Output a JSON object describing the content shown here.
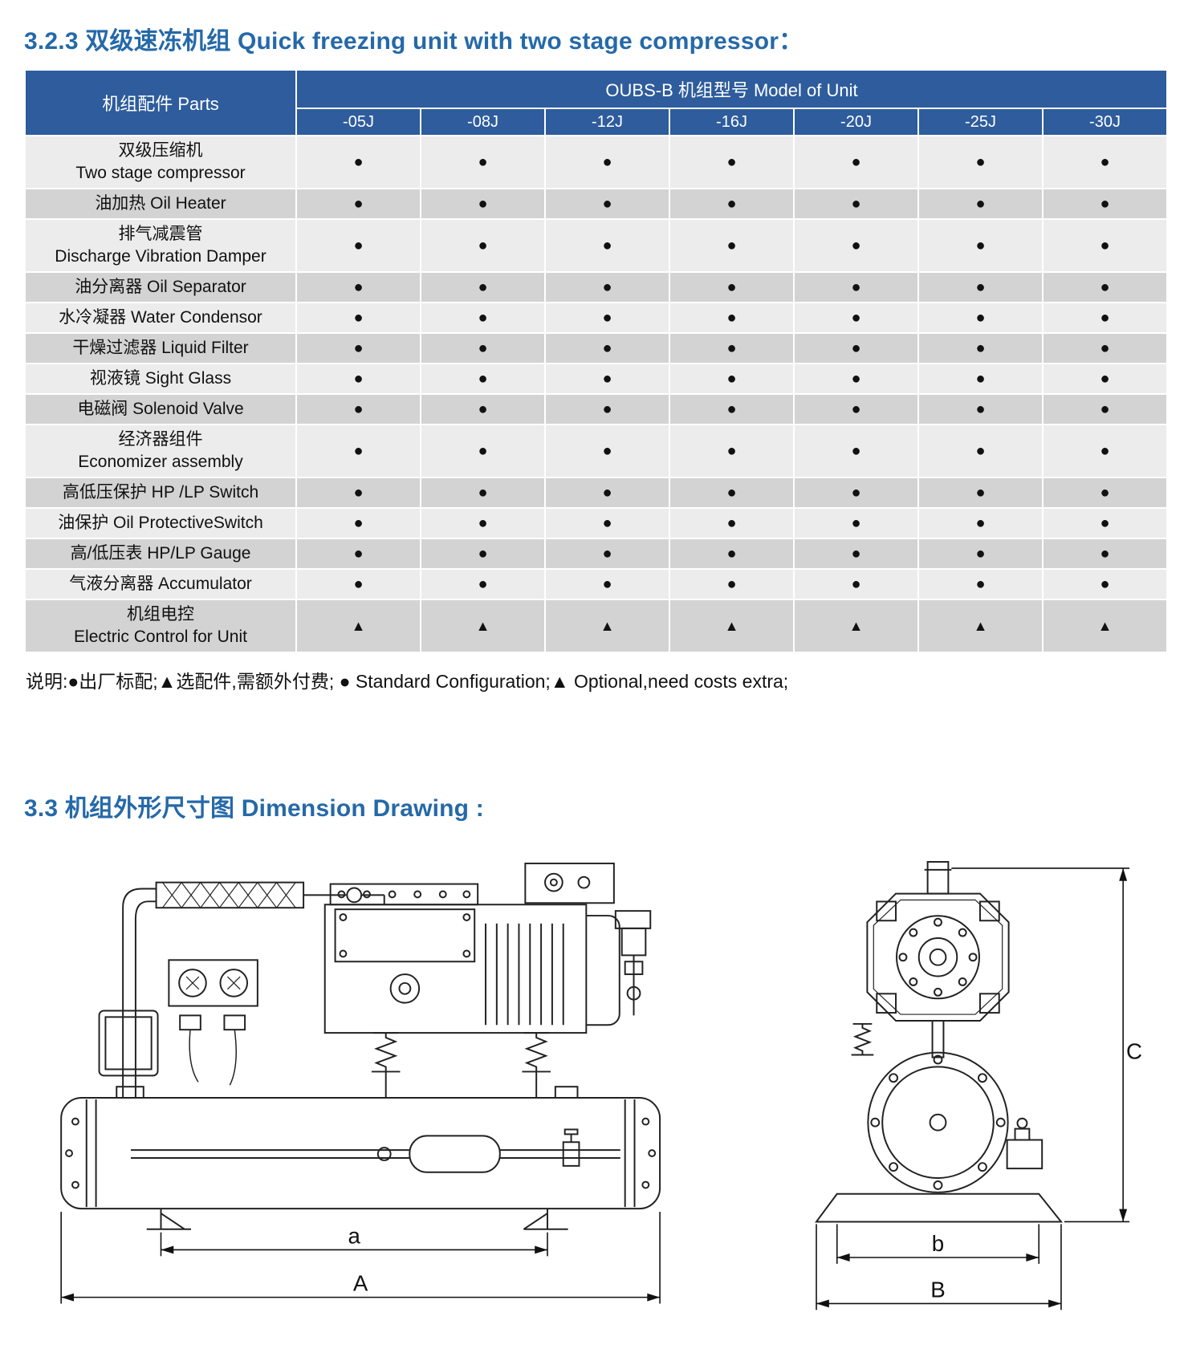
{
  "colors": {
    "heading": "#2569a8",
    "table_header_bg": "#2e5c9c",
    "mark": "#111111",
    "row_light": "#ececec",
    "row_dark": "#d3d3d3"
  },
  "page": {
    "section1_title": "3.2.3 双级速冻机组 Quick freezing unit with two stage compressor：",
    "note": "说明:●出厂标配;▲选配件,需额外付费; ● Standard Configuration;▲ Optional,need costs extra;",
    "section2_title": "3.3 机组外形尺寸图 Dimension Drawing :"
  },
  "table": {
    "parts_header": "机组配件 Parts",
    "model_header": "OUBS-B 机组型号 Model of Unit",
    "models": [
      "-05J",
      "-08J",
      "-12J",
      "-16J",
      "-20J",
      "-25J",
      "-30J"
    ],
    "legend": {
      "dot": "●",
      "triangle": "▲"
    },
    "rows": [
      {
        "label_cn": "双级压缩机",
        "label_en": "Two stage compressor",
        "mark": "dot"
      },
      {
        "label_cn": "油加热 Oil Heater",
        "mark": "dot"
      },
      {
        "label_cn": "排气减震管",
        "label_en": "Discharge Vibration Damper",
        "mark": "dot"
      },
      {
        "label_cn": "油分离器 Oil Separator",
        "mark": "dot"
      },
      {
        "label_cn": "水冷凝器 Water Condensor",
        "mark": "dot"
      },
      {
        "label_cn": "干燥过滤器 Liquid Filter",
        "mark": "dot"
      },
      {
        "label_cn": "视液镜 Sight Glass",
        "mark": "dot"
      },
      {
        "label_cn": "电磁阀 Solenoid Valve",
        "mark": "dot"
      },
      {
        "label_cn": "经济器组件",
        "label_en": "Economizer assembly",
        "mark": "dot"
      },
      {
        "label_cn": "高低压保护 HP /LP Switch",
        "mark": "dot"
      },
      {
        "label_cn": "油保护 Oil ProtectiveSwitch",
        "mark": "dot"
      },
      {
        "label_cn": "高/低压表 HP/LP Gauge",
        "mark": "dot"
      },
      {
        "label_cn": "气液分离器 Accumulator",
        "mark": "dot"
      },
      {
        "label_cn": "机组电控",
        "label_en": "Electric Control for Unit",
        "mark": "triangle"
      }
    ]
  },
  "drawings": {
    "front": {
      "dim_a": "a",
      "dim_A": "A"
    },
    "side": {
      "dim_b": "b",
      "dim_B": "B",
      "dim_C": "C"
    }
  }
}
